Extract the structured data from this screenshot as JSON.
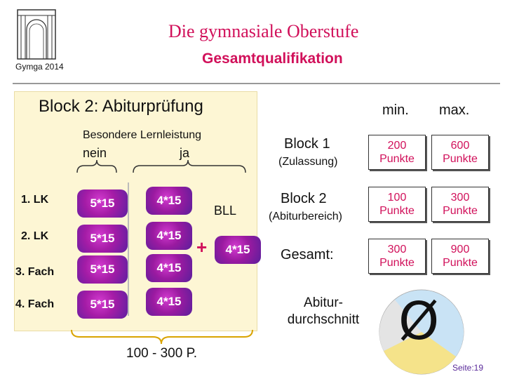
{
  "header": {
    "title": "Die gymnasiale Oberstufe",
    "subtitle": "Gesamtqualifikation",
    "logo_text": "Gymga 2014"
  },
  "left": {
    "heading": "Block 2: Abiturprüfung",
    "besondere": "Besondere Lernleistung",
    "nein": "nein",
    "ja": "ja",
    "rows": [
      {
        "label": "1. LK",
        "a": "5*15",
        "b": "4*15"
      },
      {
        "label": "2. LK",
        "a": "5*15",
        "b": "4*15"
      },
      {
        "label": "3. Fach",
        "a": "5*15",
        "b": "4*15"
      },
      {
        "label": "4. Fach",
        "a": "5*15",
        "b": "4*15"
      }
    ],
    "bll": "BLL",
    "plus": "+",
    "bll_value": "4*15",
    "range": "100 - 300 P."
  },
  "right": {
    "min_label": "min.",
    "max_label": "max.",
    "rows": [
      {
        "label": "Block 1",
        "sub": "(Zulassung)",
        "min_num": "200",
        "min_unit": "Punkte",
        "max_num": "600",
        "max_unit": "Punkte"
      },
      {
        "label": "Block 2",
        "sub": "(Abiturbereich)",
        "min_num": "100",
        "min_unit": "Punkte",
        "max_num": "300",
        "max_unit": "Punkte"
      },
      {
        "label": "Gesamt:",
        "sub": "",
        "min_num": "300",
        "min_unit": "Punkte",
        "max_num": "900",
        "max_unit": "Punkte"
      }
    ],
    "abitur_line1": "Abitur-",
    "abitur_line2": "durchschnitt",
    "symbol": "Ø"
  },
  "footer": {
    "page": "Seite:19"
  },
  "colors": {
    "accent": "#d1105a",
    "purple": "#a51ca6",
    "panel": "#fdf6d4",
    "pie_blue": "#c9e3f5",
    "pie_yellow": "#f5e38a"
  }
}
